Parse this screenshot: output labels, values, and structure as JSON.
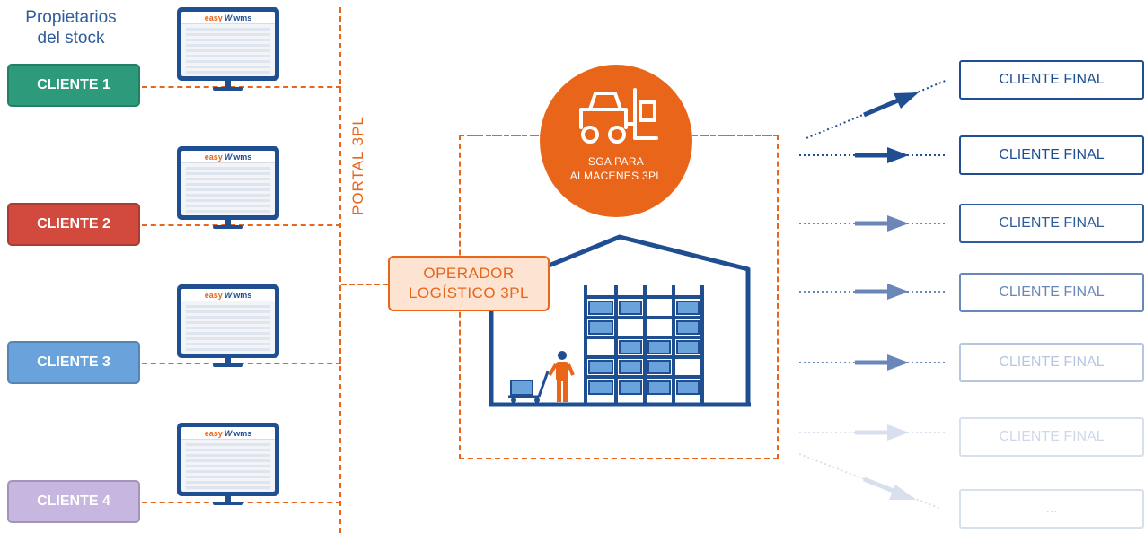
{
  "owners_title_line1": "Propietarios",
  "owners_title_line2": "del stock",
  "clients": [
    {
      "label": "CLIENTE 1",
      "color": "#2e9a7c"
    },
    {
      "label": "CLIENTE 2",
      "color": "#d14a3d"
    },
    {
      "label": "CLIENTE 3",
      "color": "#6aa3dc"
    },
    {
      "label": "CLIENTE 4",
      "color": "#c6b6e0"
    }
  ],
  "monitor_logo": {
    "easy": "easy",
    "mark": "W",
    "wms": "wms"
  },
  "portal_label": "PORTAL 3PL",
  "sga_line1": "SGA PARA",
  "sga_line2": "ALMACENES 3PL",
  "operator_line1": "OPERADOR",
  "operator_line2": "LOGÍSTICO 3PL",
  "final_clients": [
    {
      "label": "CLIENTE FINAL",
      "color": "#1f4f91"
    },
    {
      "label": "CLIENTE FINAL",
      "color": "#1f4f91"
    },
    {
      "label": "CLIENTE FINAL",
      "color": "#2f5d9b"
    },
    {
      "label": "CLIENTE FINAL",
      "color": "#6b86b8"
    },
    {
      "label": "CLIENTE FINAL",
      "color": "#b7c6e0"
    },
    {
      "label": "CLIENTE FINAL",
      "color": "#d8e0ee"
    },
    {
      "label": "...",
      "color": "#d8e0ee"
    }
  ],
  "colors": {
    "accent": "#e8651a",
    "navy": "#1f4f91"
  }
}
